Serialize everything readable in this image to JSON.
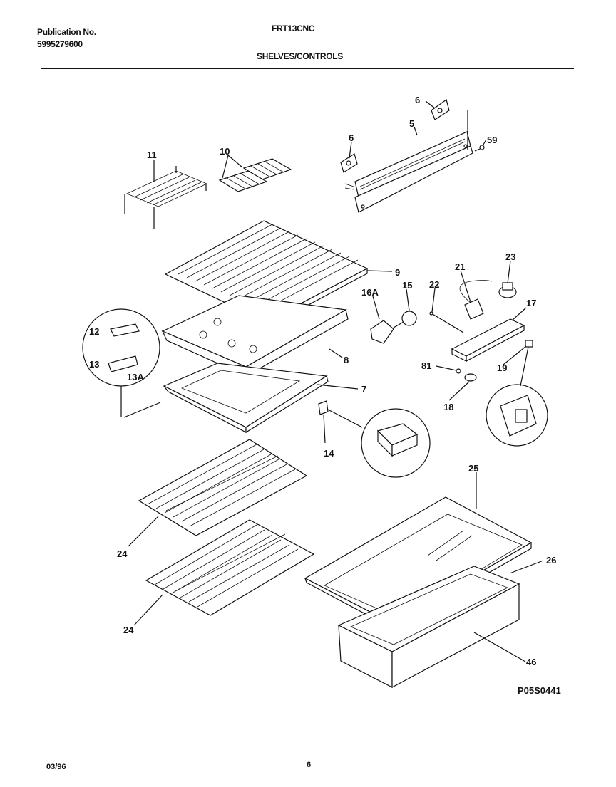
{
  "header": {
    "publication_label": "Publication No.",
    "publication_number": "5995279600",
    "model": "FRT13CNC",
    "section_title": "SHELVES/CONTROLS"
  },
  "diagram": {
    "callouts": [
      "6",
      "5",
      "59",
      "6",
      "11",
      "10",
      "9",
      "21",
      "23",
      "16A",
      "15",
      "22",
      "17",
      "12",
      "8",
      "13",
      "13A",
      "81",
      "19",
      "7",
      "18",
      "14",
      "25",
      "24",
      "26",
      "24",
      "46"
    ],
    "drawing_code": "P05S0441"
  },
  "footer": {
    "date": "03/96",
    "page": "6"
  }
}
